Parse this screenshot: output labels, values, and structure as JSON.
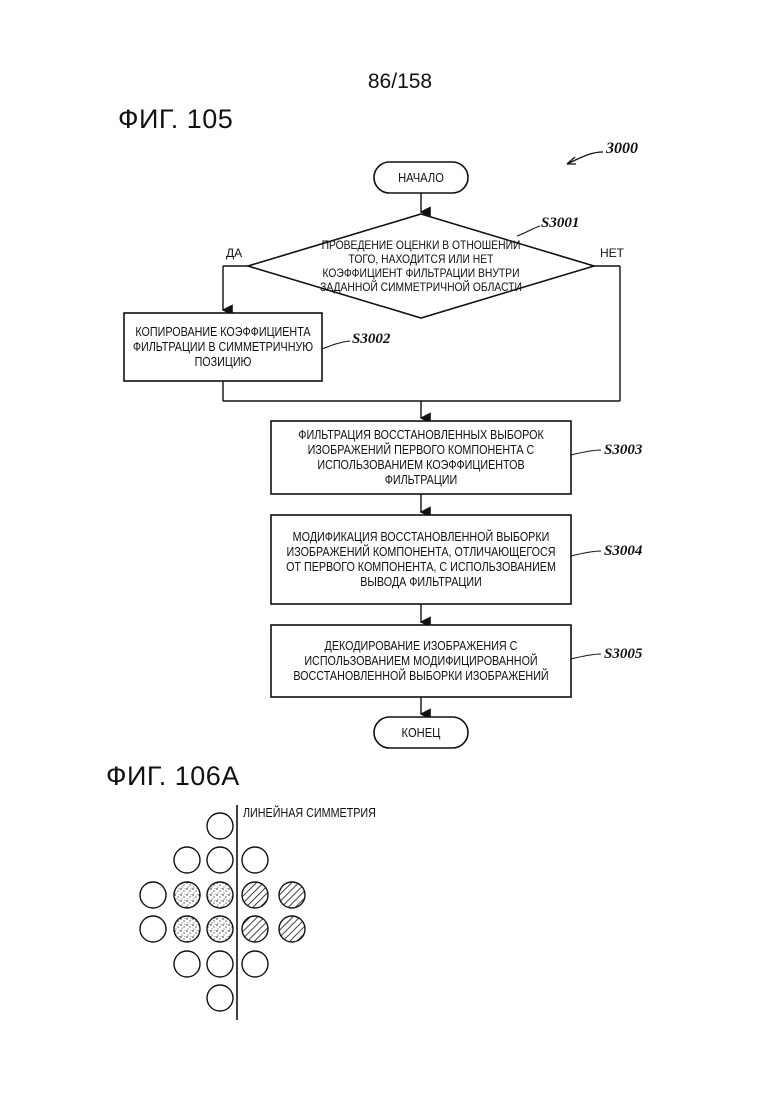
{
  "page_number": "86/158",
  "figure_105": {
    "title": "ФИГ. 105",
    "ref": "3000",
    "start": "НАЧАЛО",
    "end": "КОНЕЦ",
    "decision": {
      "step": "S3001",
      "text": "ПРОВЕДЕНИЕ ОЦЕНКИ В ОТНОШЕНИИ ТОГО, НАХОДИТСЯ ИЛИ НЕТ КОЭФФИЦИЕНТ ФИЛЬТРАЦИИ ВНУТРИ ЗАДАННОЙ СИММЕТРИЧНОЙ ОБЛАСТИ",
      "yes": "ДА",
      "no": "НЕТ"
    },
    "steps": [
      {
        "step": "S3002",
        "text": "КОПИРОВАНИЕ КОЭФФИЦИЕНТА ФИЛЬТРАЦИИ В СИММЕТРИЧНУЮ ПОЗИЦИЮ"
      },
      {
        "step": "S3003",
        "text": "ФИЛЬТРАЦИЯ ВОССТАНОВЛЕННЫХ ВЫБОРОК ИЗОБРАЖЕНИЙ ПЕРВОГО КОМПОНЕНТА С ИСПОЛЬЗОВАНИЕМ КОЭФФИЦИЕНТОВ ФИЛЬТРАЦИИ"
      },
      {
        "step": "S3004",
        "text": "МОДИФИКАЦИЯ ВОССТАНОВЛЕННОЙ ВЫБОРКИ ИЗОБРАЖЕНИЙ КОМПОНЕНТА, ОТЛИЧАЮЩЕГОСЯ ОТ ПЕРВОГО КОМПОНЕНТА, С ИСПОЛЬЗОВАНИЕМ ВЫВОДА ФИЛЬТРАЦИИ"
      },
      {
        "step": "S3005",
        "text": "ДЕКОДИРОВАНИЕ ИЗОБРАЖЕНИЯ С ИСПОЛЬЗОВАНИЕМ МОДИФИЦИРОВАННОЙ ВОССТАНОВЛЕННОЙ ВЫБОРКИ ИЗОБРАЖЕНИЙ"
      }
    ]
  },
  "figure_106a": {
    "title": "ФИГ. 106А",
    "axis_label": "ЛИНЕЙНАЯ СИММЕТРИЯ"
  }
}
